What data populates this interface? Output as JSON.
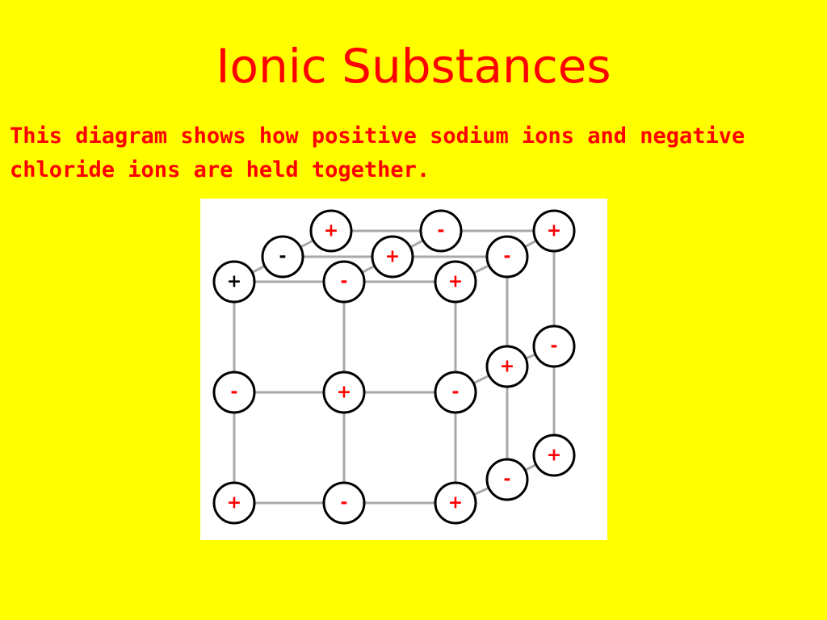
{
  "slide": {
    "title": "Ionic Substances",
    "caption": "This diagram shows how positive sodium ions and negative chloride ions are held together."
  },
  "colors": {
    "background": "#ffff00",
    "title_text": "#ff0000",
    "caption_text": "#ff0000",
    "diagram_background": "#ffffff",
    "ion_sign": "#ff0000",
    "front_sign": "#000000"
  },
  "diagram": {
    "ions": [
      {
        "id": "top-back-left",
        "sign": "+"
      },
      {
        "id": "top-back-mid",
        "sign": "-"
      },
      {
        "id": "top-back-right",
        "sign": "+"
      },
      {
        "id": "top-mid-left",
        "sign": "-"
      },
      {
        "id": "top-mid-mid",
        "sign": "+"
      },
      {
        "id": "top-mid-right",
        "sign": "-"
      },
      {
        "id": "top-front-left",
        "sign": "+"
      },
      {
        "id": "top-front-mid",
        "sign": "-"
      },
      {
        "id": "top-front-right",
        "sign": "+"
      },
      {
        "id": "mid-front-left",
        "sign": "-"
      },
      {
        "id": "mid-front-mid",
        "sign": "+"
      },
      {
        "id": "mid-front-right",
        "sign": "-"
      },
      {
        "id": "mid-side-mid",
        "sign": "+"
      },
      {
        "id": "mid-side-back",
        "sign": "-"
      },
      {
        "id": "bot-front-left",
        "sign": "+"
      },
      {
        "id": "bot-front-mid",
        "sign": "-"
      },
      {
        "id": "bot-front-right",
        "sign": "+"
      },
      {
        "id": "bot-side-mid",
        "sign": "-"
      },
      {
        "id": "bot-side-back",
        "sign": "+"
      }
    ]
  }
}
